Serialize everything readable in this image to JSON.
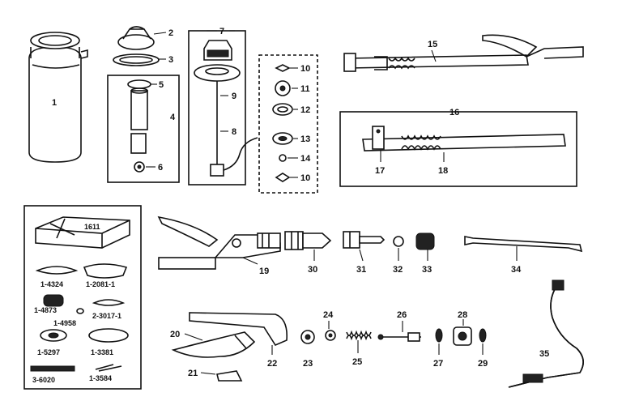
{
  "labels": {
    "p1": "1",
    "p2": "2",
    "p3": "3",
    "p4": "4",
    "p5": "5",
    "p6": "6",
    "p7": "7",
    "p8": "8",
    "p9": "9",
    "p10a": "10",
    "p10b": "10",
    "p11": "11",
    "p12": "12",
    "p13": "13",
    "p14": "14",
    "p15": "15",
    "p16": "16",
    "p17": "17",
    "p18": "18",
    "p19": "19",
    "p20": "20",
    "p21": "21",
    "p22": "22",
    "p23": "23",
    "p24": "24",
    "p25": "25",
    "p26": "26",
    "p27": "27",
    "p28": "28",
    "p29": "29",
    "p30": "30",
    "p31": "31",
    "p32": "32",
    "p33": "33",
    "p34": "34",
    "p35": "35"
  },
  "kit": {
    "box": "1611",
    "k1": "1-4324",
    "k2": "1-2081-1",
    "k3": "1-4873",
    "k4": "1-4958",
    "k5": "2-3017-1",
    "k6": "1-5297",
    "k7": "1-3381",
    "k8": "3-6020",
    "k9": "1-3584"
  }
}
